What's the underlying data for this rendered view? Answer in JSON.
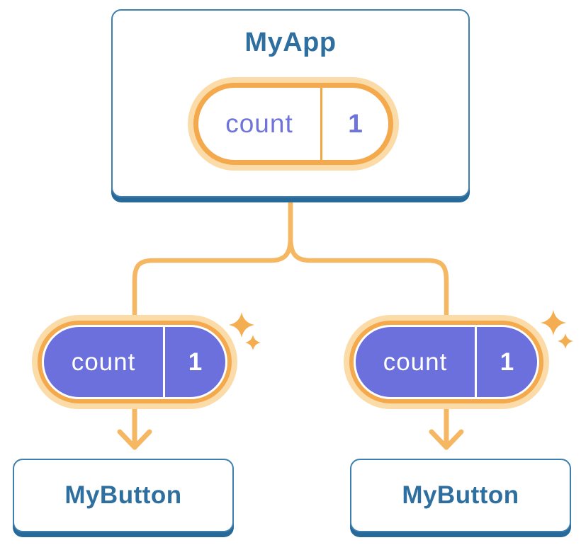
{
  "root_card": {
    "title": "MyApp",
    "pill": {
      "label": "count",
      "value": "1"
    }
  },
  "child_pills": [
    {
      "label": "count",
      "value": "1"
    },
    {
      "label": "count",
      "value": "1"
    }
  ],
  "child_cards": [
    {
      "title": "MyButton"
    },
    {
      "title": "MyButton"
    }
  ],
  "colors": {
    "page_background": "#FFFFFF",
    "card_background": "#FFFFFF",
    "card_border": "#3D7FAE",
    "card_shadow_blue": "#276A9A",
    "heading_text": "#2E6F9F",
    "pill_ring": "#F3A94C",
    "pill_halo": "#FBDCA8",
    "pill_divider_orange": "#F0A642",
    "connector_orange": "#F6B763",
    "state_purple": "#6B70DC",
    "state_text_purple": "#6E74DC",
    "sparkle_orange": "#F4AE52"
  }
}
